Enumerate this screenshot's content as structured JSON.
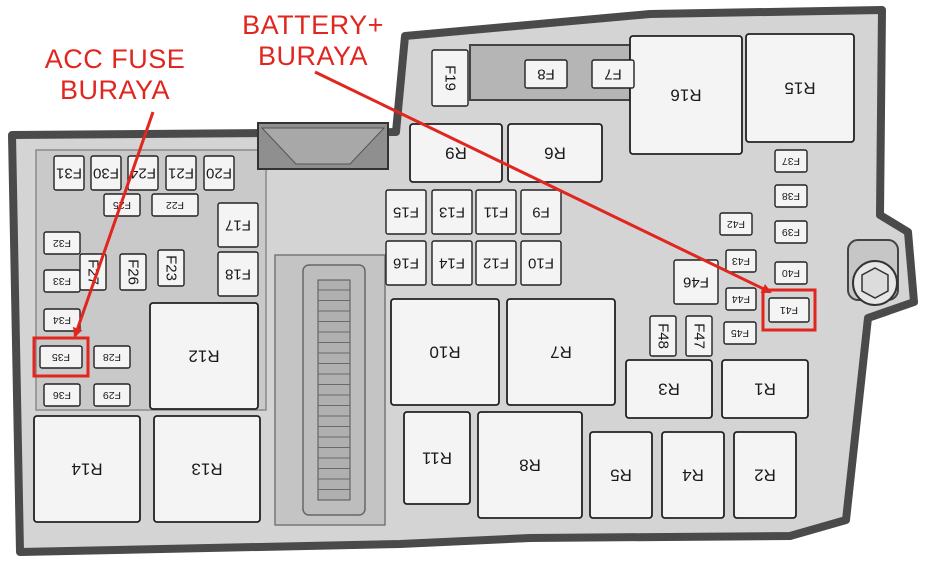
{
  "annotations": {
    "acc": {
      "line1": "ACC FUSE",
      "line2": "BURAYA"
    },
    "battery": {
      "line1": "BATTERY+",
      "line2": "BURAYA"
    }
  },
  "colors": {
    "housing_outline": "#4a4a4a",
    "housing_fill": "#d4d4d4",
    "component_fill": "#f4f4f4",
    "component_stroke": "#222222",
    "highlight_red": "#e0261f"
  },
  "relays": [
    {
      "id": "R16",
      "label": "R16"
    },
    {
      "id": "R15",
      "label": "R15"
    },
    {
      "id": "R9",
      "label": "R9"
    },
    {
      "id": "R6",
      "label": "R6"
    },
    {
      "id": "R12",
      "label": "R12"
    },
    {
      "id": "R10",
      "label": "R10"
    },
    {
      "id": "R7",
      "label": "R7"
    },
    {
      "id": "R3",
      "label": "R3"
    },
    {
      "id": "R1",
      "label": "R1"
    },
    {
      "id": "R14",
      "label": "R14"
    },
    {
      "id": "R13",
      "label": "R13"
    },
    {
      "id": "R11",
      "label": "R11"
    },
    {
      "id": "R8",
      "label": "R8"
    },
    {
      "id": "R5",
      "label": "R5"
    },
    {
      "id": "R4",
      "label": "R4"
    },
    {
      "id": "R2",
      "label": "R2"
    }
  ],
  "fuses": [
    {
      "id": "F19",
      "label": "F19"
    },
    {
      "id": "F8",
      "label": "F8"
    },
    {
      "id": "F7",
      "label": "F7"
    },
    {
      "id": "F31",
      "label": "F31"
    },
    {
      "id": "F30",
      "label": "F30"
    },
    {
      "id": "F24",
      "label": "F24"
    },
    {
      "id": "F21",
      "label": "F21"
    },
    {
      "id": "F20",
      "label": "F20"
    },
    {
      "id": "F25",
      "label": "F25"
    },
    {
      "id": "F22",
      "label": "F22"
    },
    {
      "id": "F17",
      "label": "F17"
    },
    {
      "id": "F18",
      "label": "F18"
    },
    {
      "id": "F32",
      "label": "F32"
    },
    {
      "id": "F33",
      "label": "F33"
    },
    {
      "id": "F27",
      "label": "F27"
    },
    {
      "id": "F26",
      "label": "F26"
    },
    {
      "id": "F23",
      "label": "F23"
    },
    {
      "id": "F34",
      "label": "F34"
    },
    {
      "id": "F35",
      "label": "F35"
    },
    {
      "id": "F28",
      "label": "F28"
    },
    {
      "id": "F36",
      "label": "F36"
    },
    {
      "id": "F29",
      "label": "F29"
    },
    {
      "id": "F15",
      "label": "F15"
    },
    {
      "id": "F13",
      "label": "F13"
    },
    {
      "id": "F11",
      "label": "F11"
    },
    {
      "id": "F9",
      "label": "F9"
    },
    {
      "id": "F16",
      "label": "F16"
    },
    {
      "id": "F14",
      "label": "F14"
    },
    {
      "id": "F12",
      "label": "F12"
    },
    {
      "id": "F10",
      "label": "F10"
    },
    {
      "id": "F37",
      "label": "F37"
    },
    {
      "id": "F38",
      "label": "F38"
    },
    {
      "id": "F42",
      "label": "F42"
    },
    {
      "id": "F39",
      "label": "F39"
    },
    {
      "id": "F43",
      "label": "F43"
    },
    {
      "id": "F46",
      "label": "F46"
    },
    {
      "id": "F40",
      "label": "F40"
    },
    {
      "id": "F44",
      "label": "F44"
    },
    {
      "id": "F41",
      "label": "F41"
    },
    {
      "id": "F48",
      "label": "F48"
    },
    {
      "id": "F47",
      "label": "F47"
    },
    {
      "id": "F45",
      "label": "F45"
    }
  ],
  "highlighted": [
    "F35",
    "F41"
  ]
}
